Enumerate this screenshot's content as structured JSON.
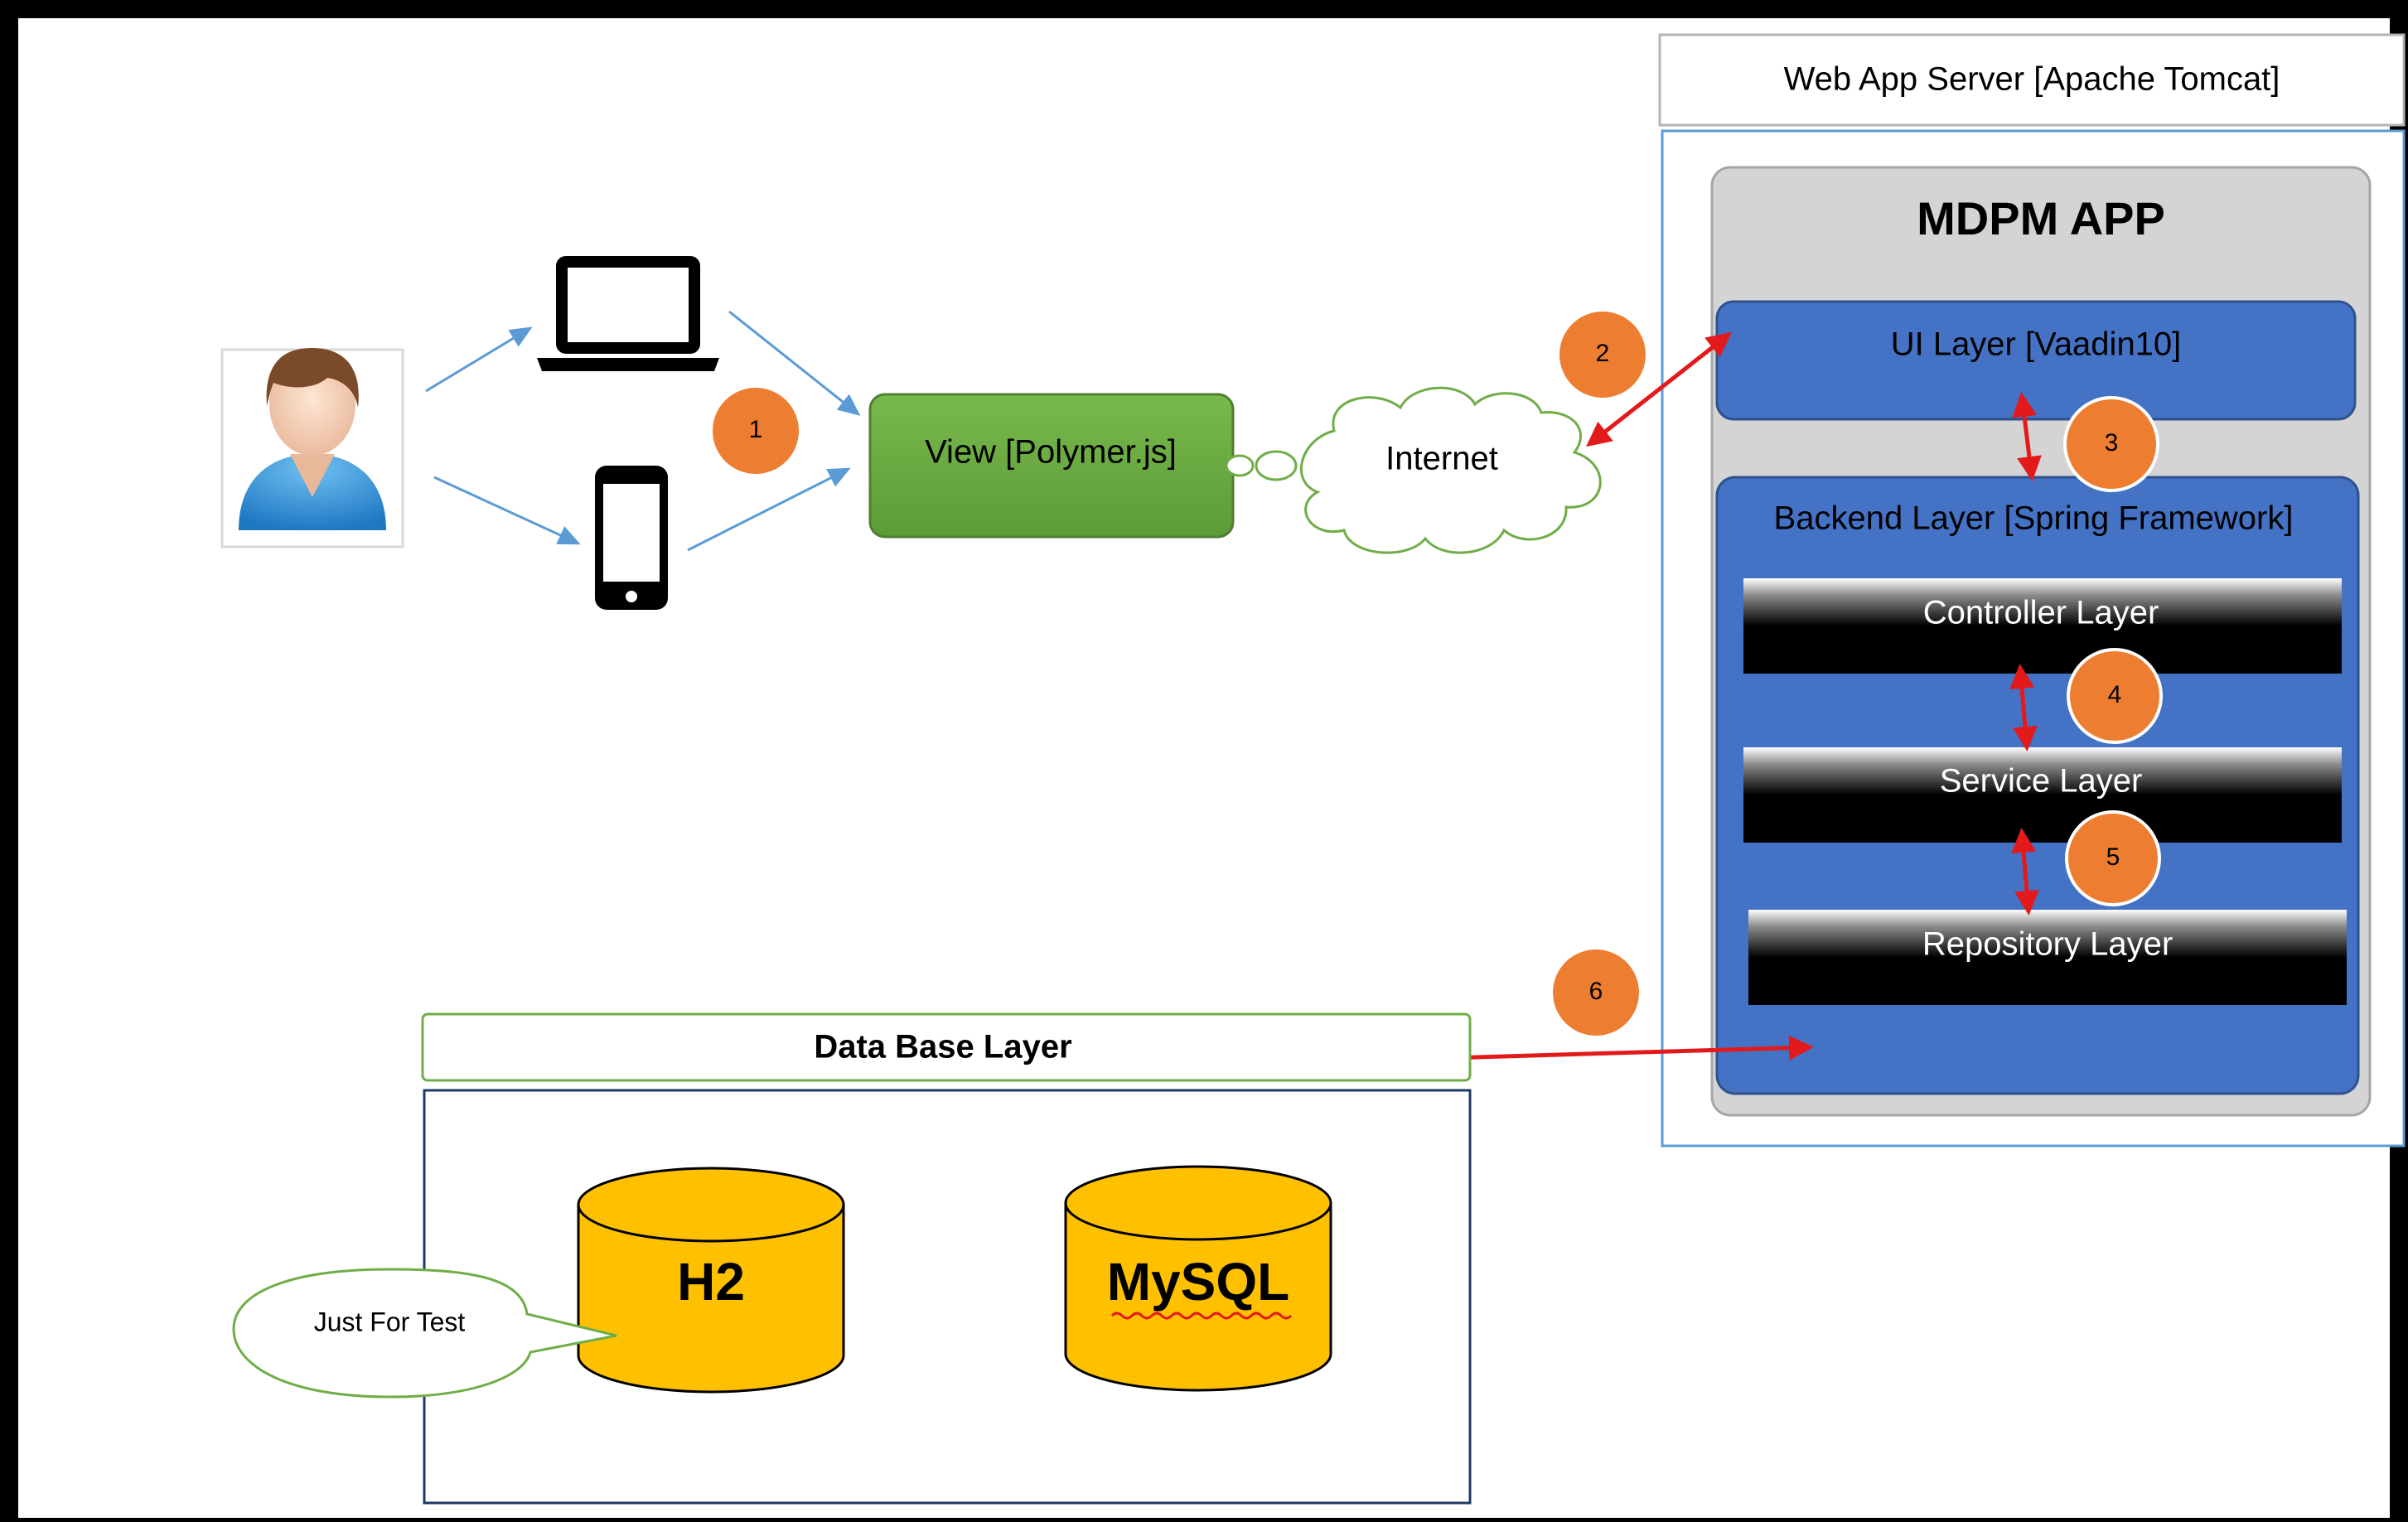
{
  "web_server": {
    "title": "Web App Server [Apache Tomcat]"
  },
  "app": {
    "title": "MDPM APP",
    "ui_layer": "UI Layer [Vaadin10]",
    "backend": {
      "title": "Backend Layer [Spring Framework]",
      "controller": "Controller Layer",
      "service": "Service Layer",
      "repository": "Repository Layer"
    }
  },
  "client": {
    "view": "View [Polymer.js]",
    "internet": "Internet"
  },
  "database": {
    "title": "Data Base Layer",
    "h2": "H2",
    "mysql": "MySQL",
    "callout": "Just For Test"
  },
  "steps": [
    "1",
    "2",
    "3",
    "4",
    "5",
    "6"
  ],
  "colors": {
    "step": "#ED7D31",
    "ui_blue": "#4472C4",
    "view_green": "#70AD47",
    "db_gold": "#FFC000",
    "arrow_red": "#E31A1C",
    "arrow_blue": "#5B9BD5"
  },
  "icons": [
    "user-avatar-icon",
    "laptop-icon",
    "smartphone-icon",
    "cloud-icon",
    "database-cylinder-icon"
  ]
}
